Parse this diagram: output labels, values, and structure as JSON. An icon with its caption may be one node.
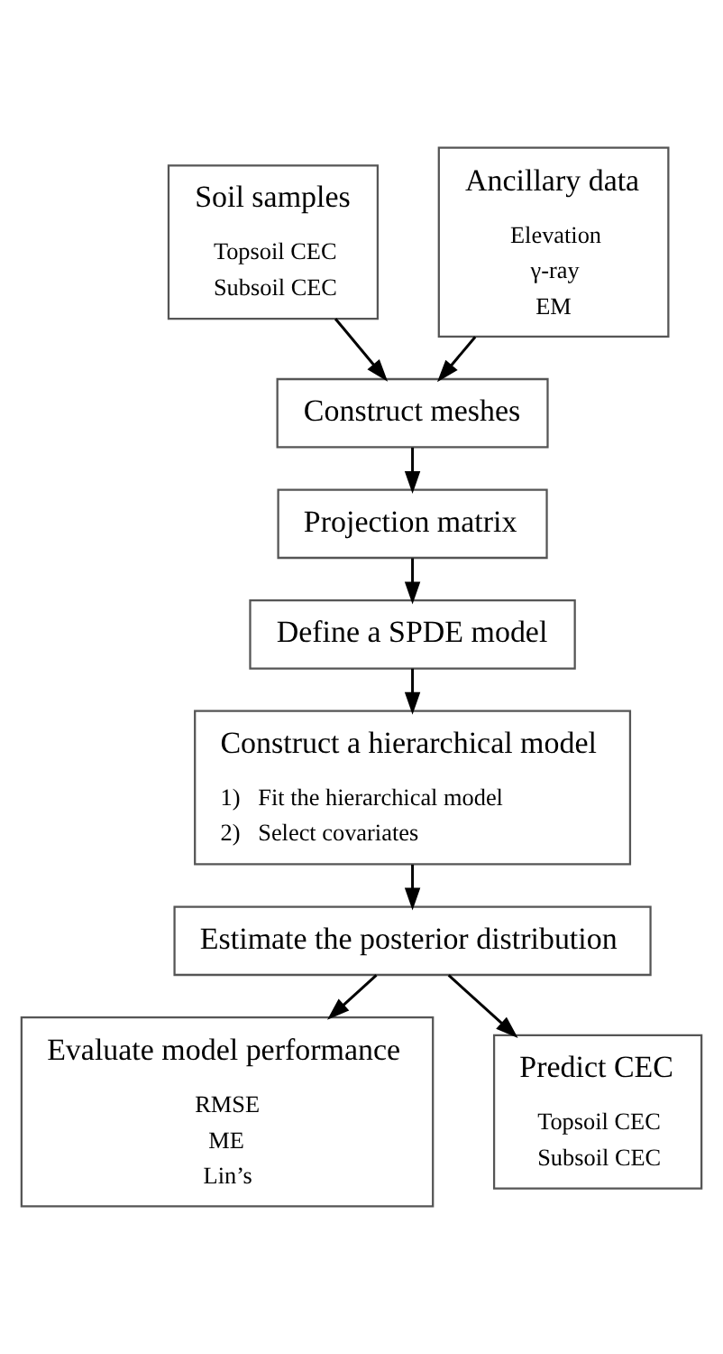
{
  "diagram": {
    "nodes": [
      {
        "text": [
          "Soil samples",
          "Topsoil CEC",
          "Subsoil CEC"
        ]
      },
      {
        "text": [
          "Ancillary data",
          "Elevation",
          "γ-ray",
          "EM"
        ]
      },
      {
        "text": [
          "Construct meshes"
        ]
      },
      {
        "text": [
          "Projection matrix"
        ]
      },
      {
        "text": [
          "Define a SPDE model"
        ]
      },
      {
        "text": [
          "Construct a hierarchical model",
          "1)   Fit the hierarchical model",
          "2)   Select covariates"
        ]
      },
      {
        "text": [
          "Estimate the posterior distribution"
        ]
      },
      {
        "text": [
          "Evaluate model performance",
          "RMSE",
          "ME",
          "Lin’s"
        ]
      },
      {
        "text": [
          "Predict CEC",
          "Topsoil CEC",
          "Subsoil CEC"
        ]
      }
    ],
    "edges": [
      {
        "from": 0,
        "to": 2,
        "arrow": "to"
      },
      {
        "from": 1,
        "to": 2,
        "arrow": "to"
      },
      {
        "from": 2,
        "to": 3,
        "arrow": "to"
      },
      {
        "from": 3,
        "to": 4,
        "arrow": "to"
      },
      {
        "from": 4,
        "to": 5,
        "arrow": "to"
      },
      {
        "from": 5,
        "to": 6,
        "arrow": "to"
      },
      {
        "from": 6,
        "to": 7,
        "arrow": "to"
      },
      {
        "from": 6,
        "to": 8,
        "arrow": "to"
      }
    ]
  }
}
